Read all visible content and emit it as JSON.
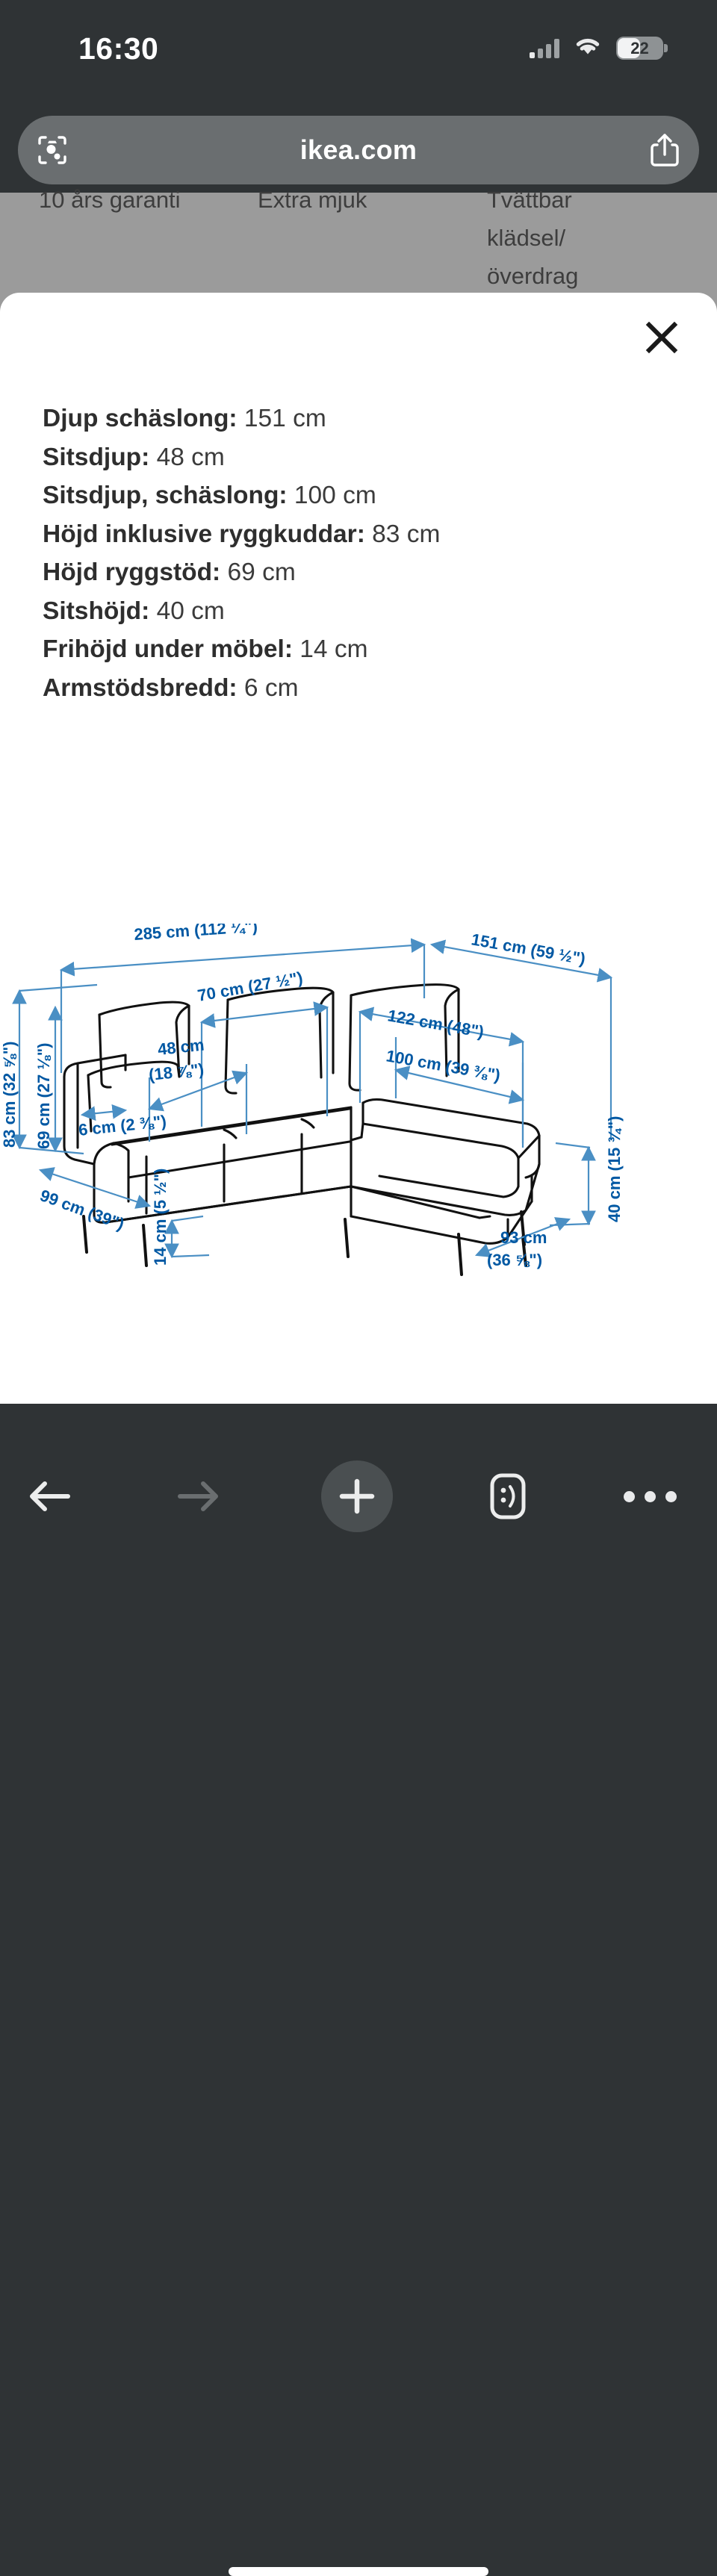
{
  "status_bar": {
    "time": "16:30",
    "battery_percent": "22",
    "signal_icon": "cellular-signal-icon",
    "wifi_icon": "wifi-icon",
    "battery_icon": "battery-icon"
  },
  "browser": {
    "url": "ikea.com",
    "scan_icon": "camera-scan-icon",
    "share_icon": "share-icon",
    "toolbar": {
      "back_icon": "arrow-left-icon",
      "forward_icon": "arrow-right-icon",
      "add_icon": "plus-icon",
      "tabs_icon": "tabs-smiley-icon",
      "more_icon": "ellipsis-icon"
    }
  },
  "page_behind": {
    "column_1": "10 års garanti",
    "column_2": "Extra mjuk",
    "column_3": "Tvättbar klädsel/ överdrag"
  },
  "modal": {
    "close_label": "×",
    "specs": [
      {
        "label": "Djup schäslong:",
        "value": "151 cm"
      },
      {
        "label": "Sitsdjup:",
        "value": "48 cm"
      },
      {
        "label": "Sitsdjup, schäslong:",
        "value": "100 cm"
      },
      {
        "label": "Höjd inklusive ryggkuddar:",
        "value": "83 cm"
      },
      {
        "label": "Höjd ryggstöd:",
        "value": "69 cm"
      },
      {
        "label": "Sitshöjd:",
        "value": "40 cm"
      },
      {
        "label": "Frihöjd under möbel:",
        "value": "14 cm"
      },
      {
        "label": "Armstödsbredd:",
        "value": "6 cm"
      }
    ]
  },
  "diagram": {
    "type": "technical-dimension-drawing",
    "subject": "sectional sofa with chaise longue",
    "line_color": "#111111",
    "dimension_color": "#0058a3",
    "dimension_line_color": "#4a8fc4",
    "labels": [
      {
        "id": "total-width",
        "text": "285 cm (112 ¼\")"
      },
      {
        "id": "chaise-depth",
        "text": "151 cm (59 ½\")"
      },
      {
        "id": "seat-section-width",
        "text": "70 cm (27 ½\")"
      },
      {
        "id": "chaise-width",
        "text": "122 cm (48\")"
      },
      {
        "id": "seat-depth",
        "text": "48 cm"
      },
      {
        "id": "seat-depth-inch",
        "text": "(18 ⅞\")"
      },
      {
        "id": "chaise-seat-depth",
        "text": "100 cm (39 ⅜\")"
      },
      {
        "id": "height-with-cushions",
        "text": "83 cm (32 ⅝\")"
      },
      {
        "id": "backrest-height",
        "text": "69 cm (27 ⅛\")"
      },
      {
        "id": "armrest-width",
        "text": "6 cm (2 ⅜\")"
      },
      {
        "id": "overall-depth",
        "text": "99 cm (39\")"
      },
      {
        "id": "clearance-under",
        "text": "14 cm (5 ½\")"
      },
      {
        "id": "chaise-side-width",
        "text": "93 cm"
      },
      {
        "id": "chaise-side-inch",
        "text": "(36 ⅝\")"
      },
      {
        "id": "seat-height",
        "text": "40 cm (15 ¾\")"
      }
    ]
  }
}
